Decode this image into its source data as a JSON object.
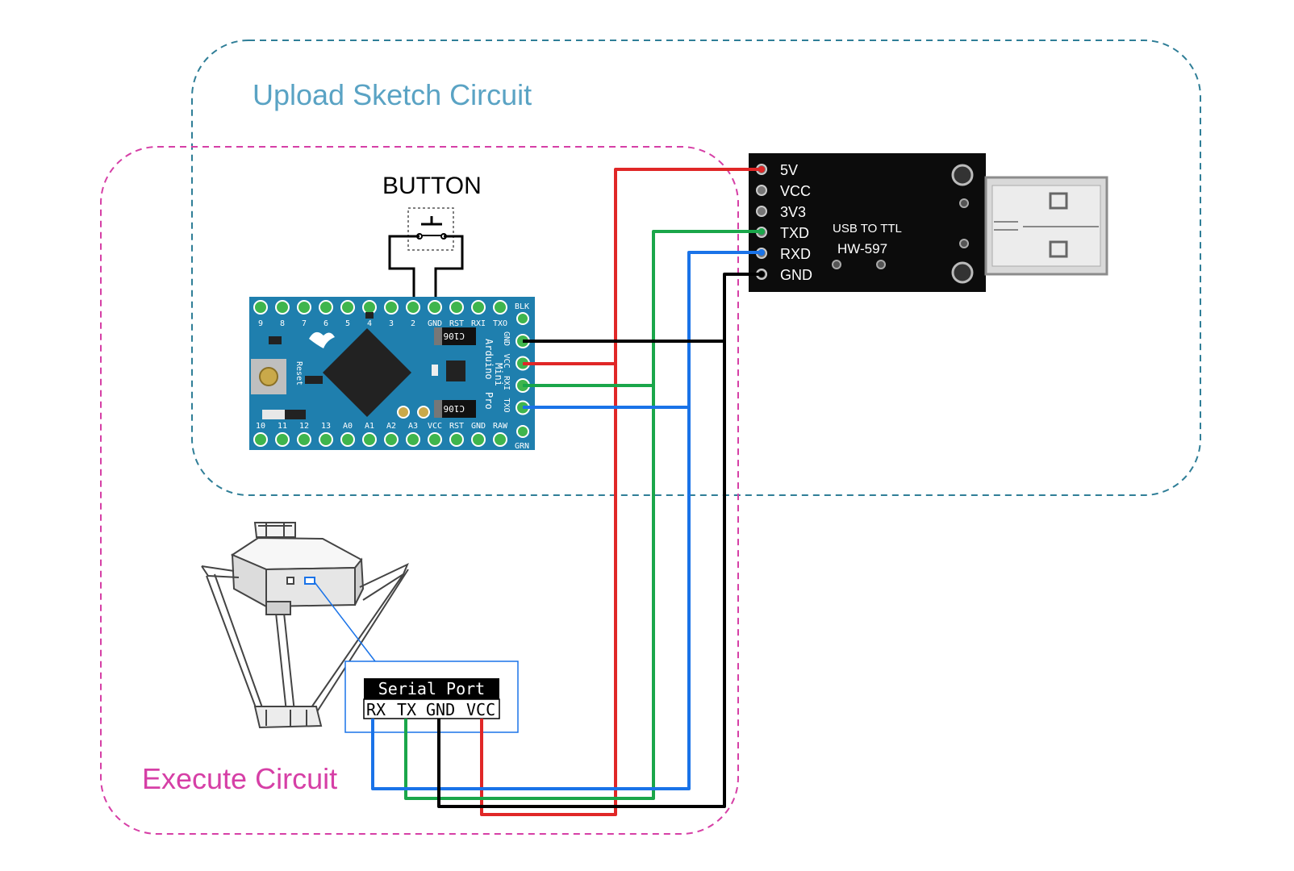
{
  "regions": {
    "upload": {
      "label": "Upload Sketch Circuit",
      "color": "#2f7e97",
      "label_color": "#5aa3c4"
    },
    "execute": {
      "label": "Execute Circuit",
      "color": "#d63fa6",
      "label_color": "#d63fa6"
    }
  },
  "button": {
    "label": "BUTTON"
  },
  "arduino": {
    "board_color": "#1f7fae",
    "top_pins": [
      "9",
      "8",
      "7",
      "6",
      "5",
      "4",
      "3",
      "2",
      "GND",
      "RST",
      "RXI",
      "TXO"
    ],
    "bottom_pins": [
      "10",
      "11",
      "12",
      "13",
      "A0",
      "A1",
      "A2",
      "A3",
      "VCC",
      "RST",
      "GND",
      "RAW"
    ],
    "blk": "BLK",
    "grn": "GRN",
    "side_pins": [
      "GND",
      "VCC",
      "RXI",
      "TXO"
    ],
    "reset": "Reset",
    "chip_label": "C106",
    "name_lines": [
      "Arduino",
      "Pro",
      "Mini"
    ]
  },
  "usb_ttl": {
    "pins": [
      "5V",
      "VCC",
      "3V3",
      "TXD",
      "RXD",
      "GND"
    ],
    "title": "USB TO TTL",
    "model": "HW-597"
  },
  "serial_port": {
    "title": "Serial Port",
    "pins": [
      "RX",
      "TX",
      "GND",
      "VCC"
    ]
  },
  "colors": {
    "red": "#e02727",
    "green": "#1aa64a",
    "blue": "#1a73e8",
    "black": "#000000"
  }
}
